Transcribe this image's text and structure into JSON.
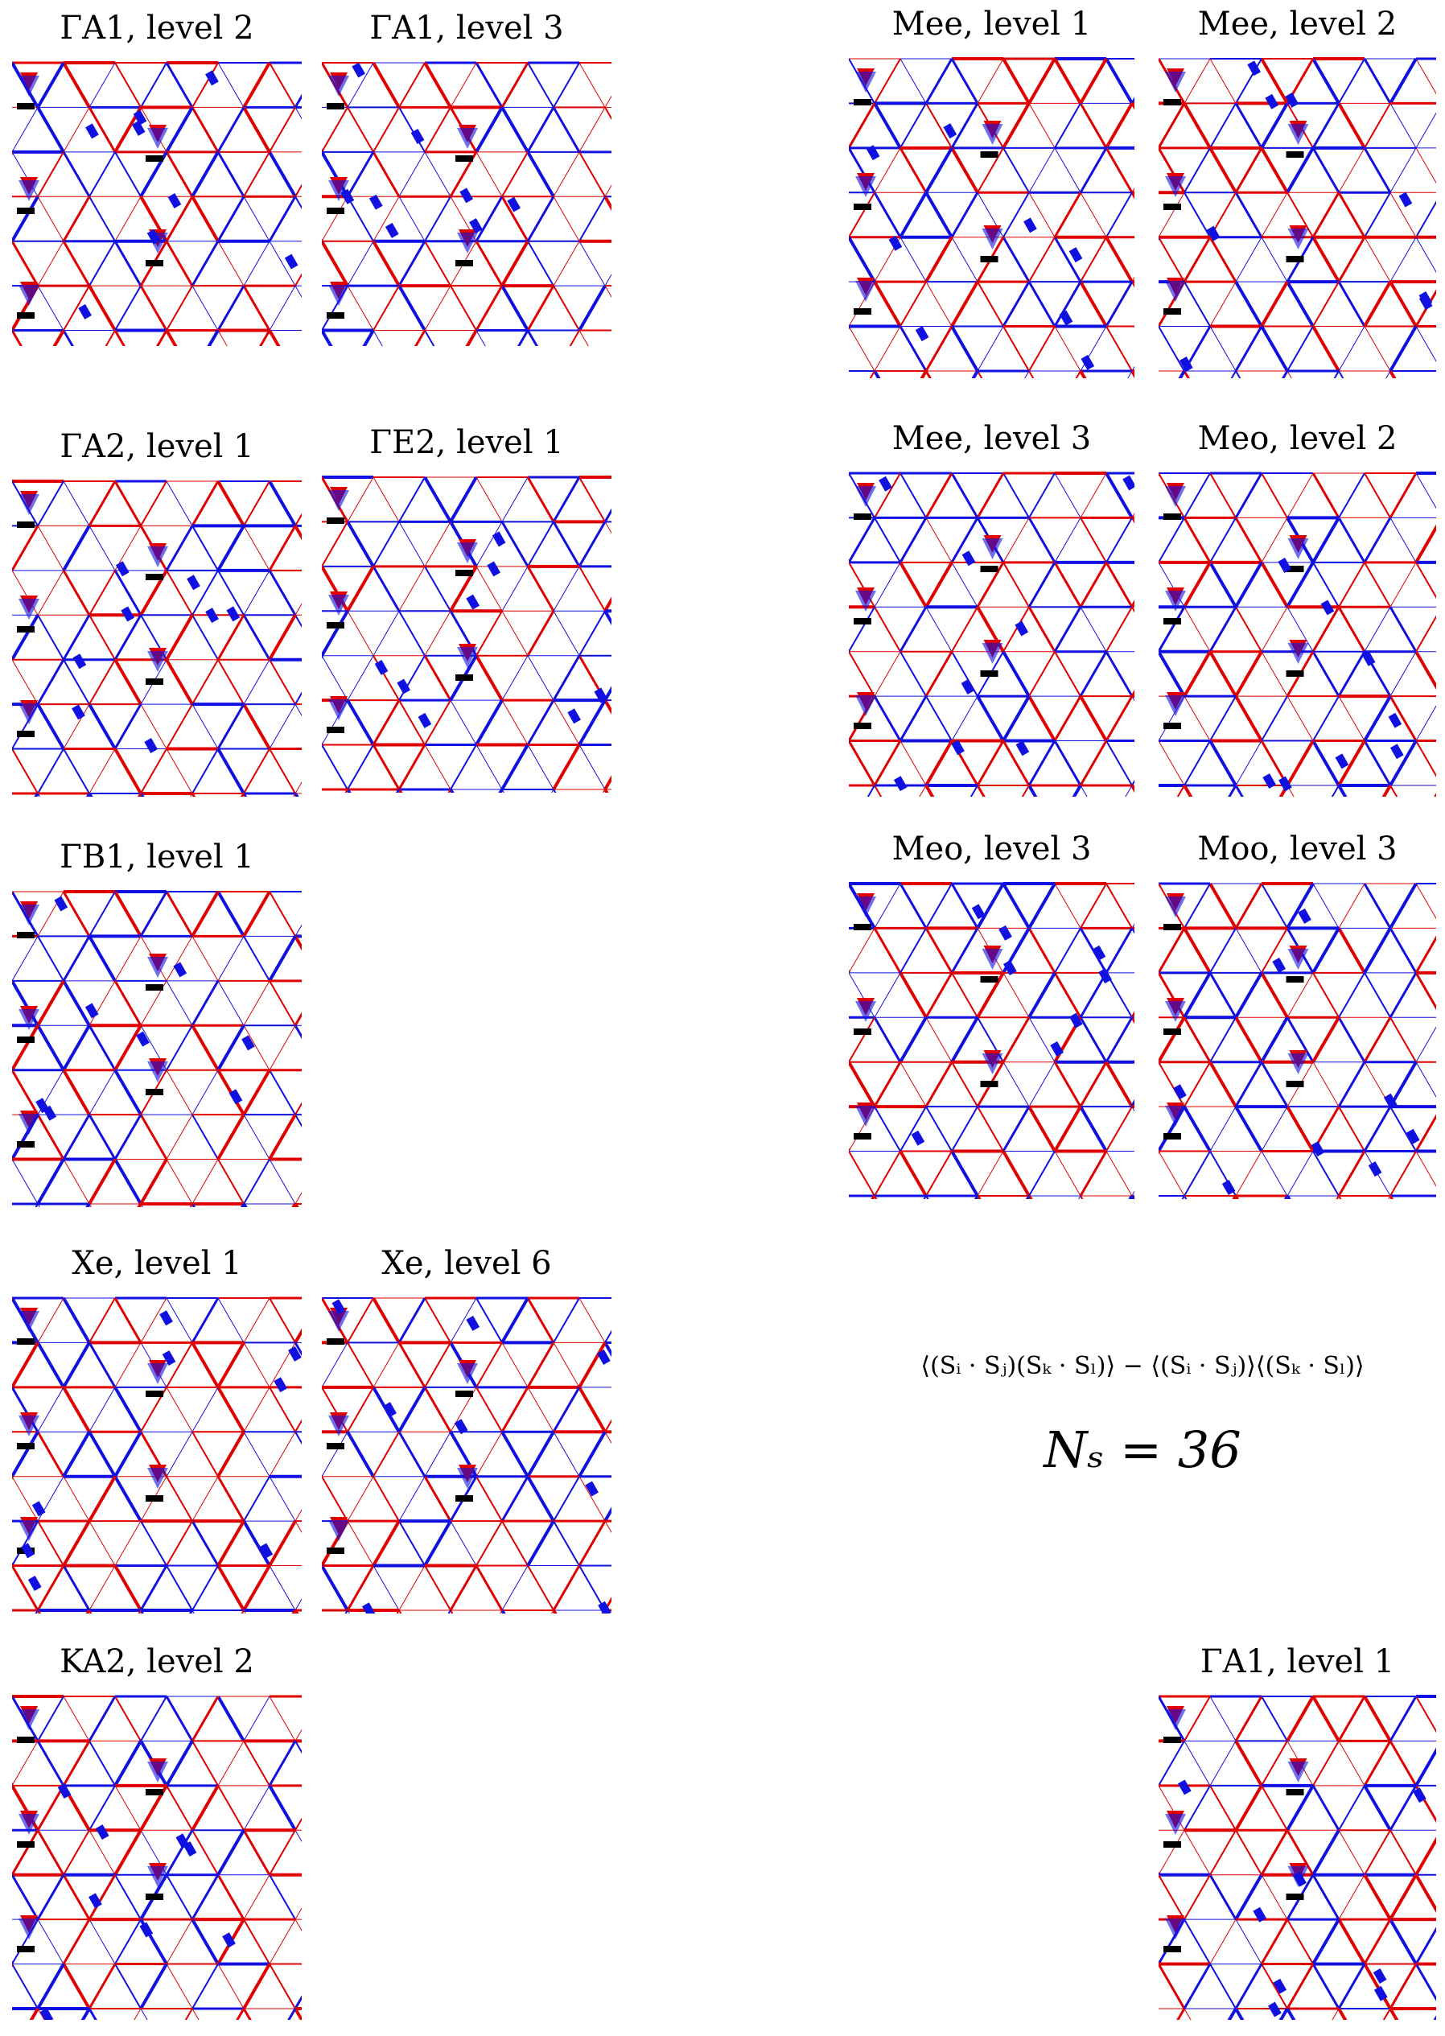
{
  "colors": {
    "positive": "#e00000",
    "negative": "#1010e0",
    "reference": "#000000"
  },
  "panels": [
    {
      "id": "gA1-2",
      "sym": "ΓA1",
      "level": "level 2",
      "title": "ΓA1, level 2",
      "seed": 3
    },
    {
      "id": "gA1-3",
      "sym": "ΓA1",
      "level": "level 3",
      "title": "ΓA1, level 3",
      "seed": 7
    },
    {
      "id": "mee-1",
      "sym": "Mee",
      "level": "level 1",
      "title": "Mee, level 1",
      "seed": 11
    },
    {
      "id": "mee-2",
      "sym": "Mee",
      "level": "level 2",
      "title": "Mee, level 2",
      "seed": 13
    },
    {
      "id": "gA2-1",
      "sym": "ΓA2",
      "level": "level 1",
      "title": "ΓA2, level 1",
      "seed": 17
    },
    {
      "id": "gE2-1",
      "sym": "ΓE2",
      "level": "level 1",
      "title": "ΓE2, level 1",
      "seed": 19
    },
    {
      "id": "mee-3",
      "sym": "Mee",
      "level": "level 3",
      "title": "Mee, level 3",
      "seed": 23
    },
    {
      "id": "meo-2",
      "sym": "Meo",
      "level": "level 2",
      "title": "Meo, level 2",
      "seed": 29
    },
    {
      "id": "gB1-1",
      "sym": "ΓB1",
      "level": "level 1",
      "title": "ΓB1, level 1",
      "seed": 31
    },
    {
      "id": "meo-3",
      "sym": "Meo",
      "level": "level 3",
      "title": "Meo, level 3",
      "seed": 37
    },
    {
      "id": "moo-3",
      "sym": "Moo",
      "level": "level 3",
      "title": "Moo, level 3",
      "seed": 41
    },
    {
      "id": "xe-1",
      "sym": "Xe",
      "level": "level 1",
      "title": "Xe, level 1",
      "seed": 43
    },
    {
      "id": "xe-6",
      "sym": "Xe",
      "level": "level 6",
      "title": "Xe, level 6",
      "seed": 47
    },
    {
      "id": "kA2-2",
      "sym": "KA2",
      "level": "level 2",
      "title": "KA2, level 2",
      "seed": 53
    },
    {
      "id": "gA1-1",
      "sym": "ΓA1",
      "level": "level 1",
      "title": "ΓA1, level 1",
      "seed": 59
    }
  ],
  "formula": "⟨(Sᵢ · Sⱼ)(Sₖ · Sₗ)⟩ − ⟨(Sᵢ · Sⱼ)⟩⟨(Sₖ · Sₗ)⟩",
  "ns_label": "Nₛ = 36"
}
